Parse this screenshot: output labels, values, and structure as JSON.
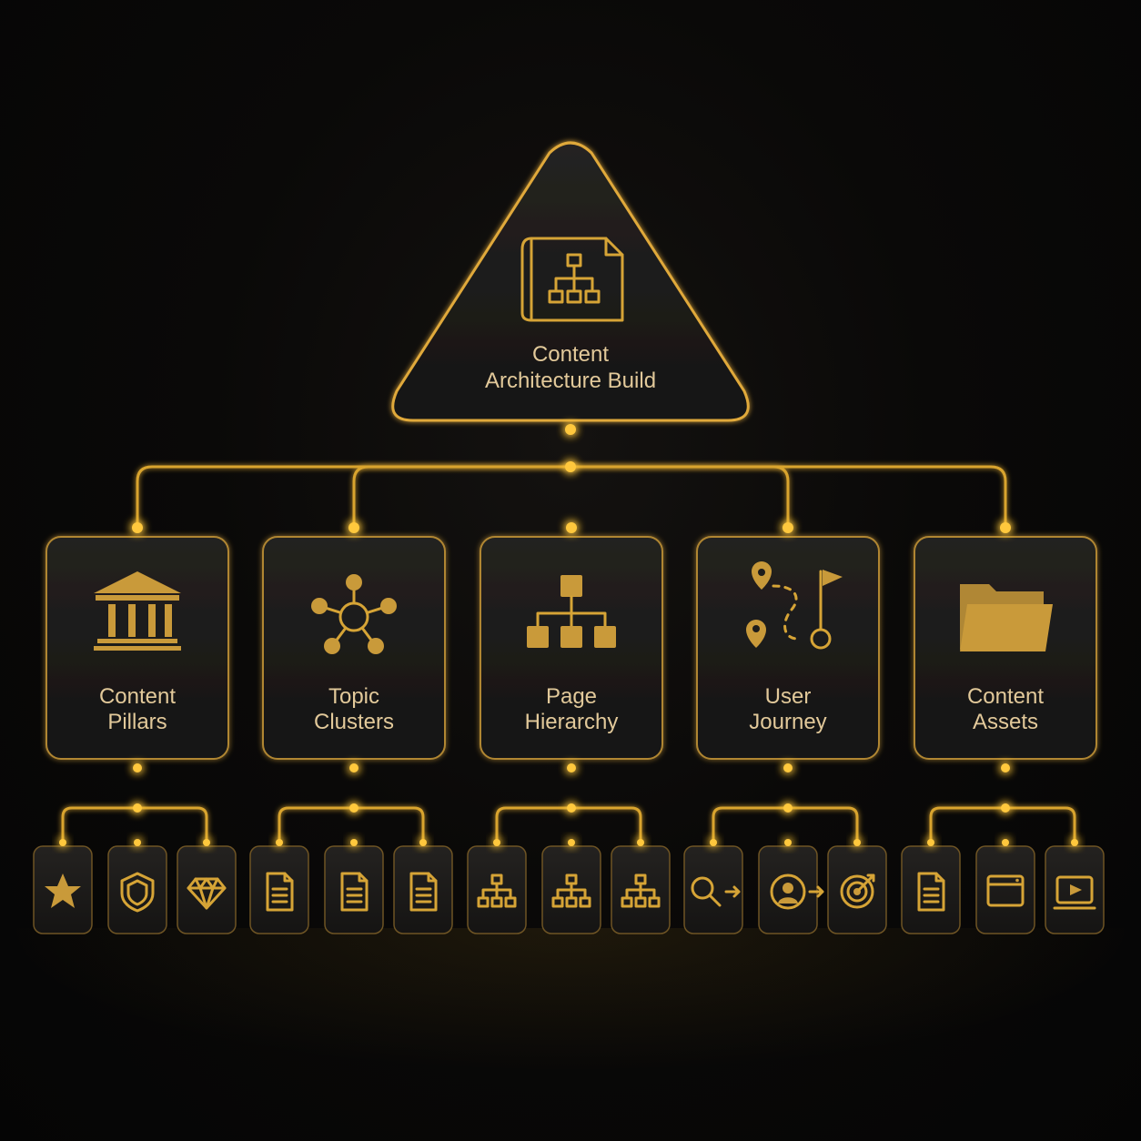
{
  "root": {
    "title_line1": "Content",
    "title_line2": "Architecture Build",
    "icon": "blueprint-sitemap-icon"
  },
  "categories": [
    {
      "line1": "Content",
      "line2": "Pillars",
      "icon": "pillars-icon",
      "children": [
        "star-icon",
        "shield-icon",
        "diamond-icon"
      ]
    },
    {
      "line1": "Topic",
      "line2": "Clusters",
      "icon": "hub-network-icon",
      "children": [
        "document-icon",
        "document-icon",
        "document-icon"
      ]
    },
    {
      "line1": "Page",
      "line2": "Hierarchy",
      "icon": "hierarchy-icon",
      "children": [
        "sitemap-icon",
        "sitemap-icon",
        "sitemap-icon"
      ]
    },
    {
      "line1": "User",
      "line2": "Journey",
      "icon": "journey-path-icon",
      "children": [
        "search-icon",
        "user-icon",
        "target-icon"
      ]
    },
    {
      "line1": "Content",
      "line2": "Assets",
      "icon": "folder-icon",
      "children": [
        "document-icon",
        "browser-window-icon",
        "video-player-icon"
      ]
    }
  ],
  "colors": {
    "accent": "#d9a42e",
    "glow": "#ffc83d",
    "panel": "#1d1c1b",
    "text": "#e2c99a",
    "background": "#080808"
  }
}
